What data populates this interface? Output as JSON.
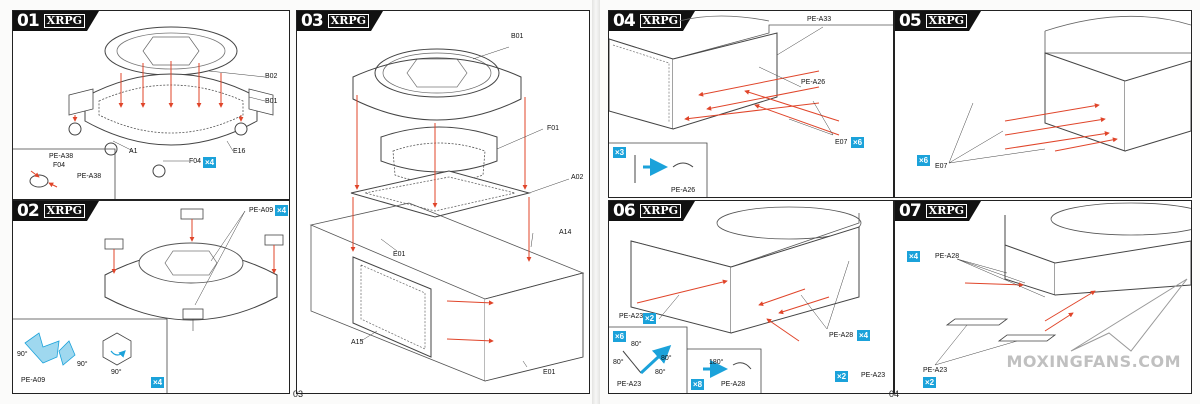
{
  "brand": "XRPG",
  "steps": {
    "s01": {
      "num": "01",
      "labels": {
        "b02": "B02",
        "b01": "B01",
        "a1": "A1",
        "f04": "F04",
        "e16": "E16",
        "pe_a38a": "PE-A38",
        "f04b": "F04",
        "pe_a38b": "PE-A38"
      },
      "qty": "×4"
    },
    "s02": {
      "num": "02",
      "labels": {
        "pe_a09": "PE-A09",
        "pe_a09b": "PE-A09",
        "deg1": "90°",
        "deg2": "90°",
        "deg3": "90°"
      },
      "qty": "×4",
      "qty2": "×4"
    },
    "s03": {
      "num": "03",
      "labels": {
        "b01": "B01",
        "f01": "F01",
        "a02": "A02",
        "a14": "A14",
        "e01": "E01",
        "a15": "A15",
        "e01b": "E01"
      }
    },
    "s04": {
      "num": "04",
      "labels": {
        "pe_a33": "PE-A33",
        "pe_a26": "PE-A26",
        "e07": "E07",
        "pe_a26b": "PE-A26"
      },
      "qty": "×6",
      "qty2": "×3"
    },
    "s05": {
      "num": "05",
      "labels": {
        "e07": "E07"
      },
      "qty": "×6"
    },
    "s06": {
      "num": "06",
      "labels": {
        "pe_a23": "PE-A23",
        "pe_a28": "PE-A28",
        "pe_a23b": "PE-A23",
        "pe_a23c": "PE-A23",
        "pe_a28b": "PE-A28",
        "d1": "80°",
        "d2": "80°",
        "d3": "80°",
        "d4": "80°",
        "d5": "180°"
      },
      "qty": "×2",
      "qty2": "×4",
      "qty3": "×2",
      "qty4": "×6",
      "qty5": "×8"
    },
    "s07": {
      "num": "07",
      "labels": {
        "pe_a28": "PE-A28",
        "pe_a23": "PE-A23"
      },
      "qty": "×4",
      "qty2": "×2"
    }
  },
  "pages": {
    "left": "03",
    "right": "04"
  },
  "watermark": "MOXINGFANS.COM",
  "colors": {
    "accent": "#1ba2da",
    "arrow": "#e0452a",
    "line": "#444444"
  }
}
